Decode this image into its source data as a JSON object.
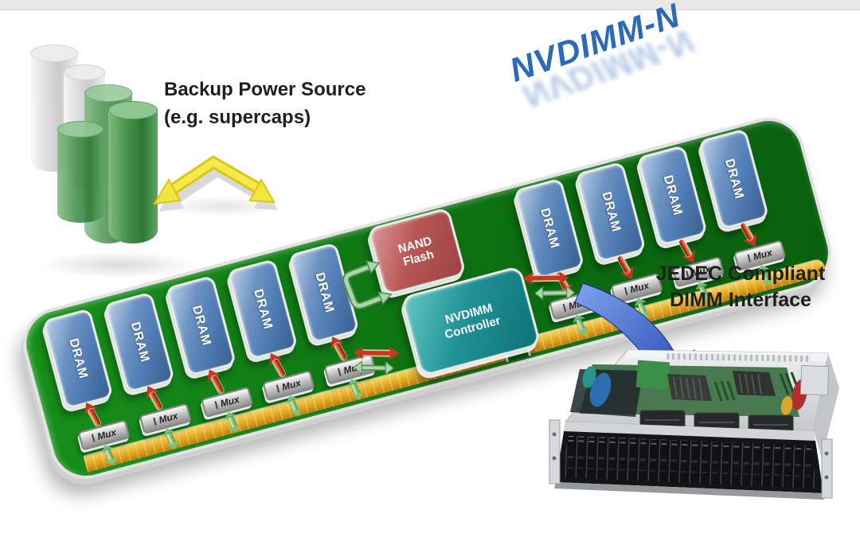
{
  "labels": {
    "module_title": "NVDIMM-N",
    "backup_power_line1": "Backup Power Source",
    "backup_power_line2": "(e.g. supercaps)",
    "jedec_line1": "JEDEC Compliant",
    "jedec_line2": "DIMM Interface"
  },
  "board": {
    "nand_flash_label": "NAND\nFlash",
    "controller_label": "NVDIMM\nController",
    "left_channels": [
      {
        "dram": "DRAM",
        "mux": "Mux"
      },
      {
        "dram": "DRAM",
        "mux": "Mux"
      },
      {
        "dram": "DRAM",
        "mux": "Mux"
      },
      {
        "dram": "DRAM",
        "mux": "Mux"
      },
      {
        "dram": "DRAM",
        "mux": "Mux"
      }
    ],
    "right_channels": [
      {
        "dram": "DRAM",
        "mux": "Mux"
      },
      {
        "dram": "DRAM",
        "mux": "Mux"
      },
      {
        "dram": "DRAM",
        "mux": "Mux"
      },
      {
        "dram": "DRAM",
        "mux": "Mux"
      }
    ]
  },
  "colors": {
    "topbar_gray": "#e9e9e9",
    "pcb_green": "#0c7010",
    "gold_connector": "#e2a81f",
    "dram_blue": "#4f7db5",
    "nand_red": "#9c4343",
    "controller_teal": "#0e7276",
    "title_blue": "#2a6ab8",
    "label_black": "#1f1f1f",
    "arrow_red": "#c03a1e",
    "arrow_green": "#8fcf92",
    "arrow_yellow": "#f2e63e",
    "jedec_arrow_blue": "#2e54c8",
    "supercap_green": "#3e8f44"
  }
}
